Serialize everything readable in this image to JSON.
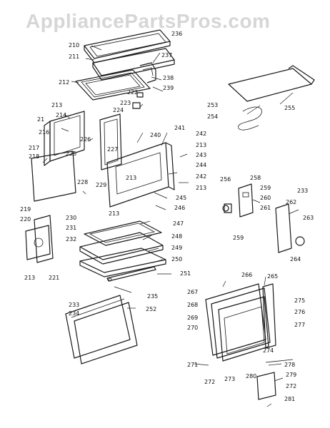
{
  "watermark": "AppliancePartsPros.com",
  "callouts": [
    {
      "n": "210"
    },
    {
      "n": "211"
    },
    {
      "n": "212"
    },
    {
      "n": "236"
    },
    {
      "n": "237"
    },
    {
      "n": "238"
    },
    {
      "n": "239"
    },
    {
      "n": "222"
    },
    {
      "n": "223"
    },
    {
      "n": "224"
    },
    {
      "n": "213"
    },
    {
      "n": "214"
    },
    {
      "n": "21"
    },
    {
      "n": "216"
    },
    {
      "n": "226"
    },
    {
      "n": "225"
    },
    {
      "n": "217"
    },
    {
      "n": "218"
    },
    {
      "n": "227"
    },
    {
      "n": "240"
    },
    {
      "n": "241"
    },
    {
      "n": "242"
    },
    {
      "n": "213"
    },
    {
      "n": "243"
    },
    {
      "n": "244"
    },
    {
      "n": "242"
    },
    {
      "n": "213"
    },
    {
      "n": "213"
    },
    {
      "n": "228"
    },
    {
      "n": "229"
    },
    {
      "n": "245"
    },
    {
      "n": "246"
    },
    {
      "n": "230"
    },
    {
      "n": "213"
    },
    {
      "n": "231"
    },
    {
      "n": "232"
    },
    {
      "n": "219"
    },
    {
      "n": "220"
    },
    {
      "n": "213"
    },
    {
      "n": "221"
    },
    {
      "n": "247"
    },
    {
      "n": "248"
    },
    {
      "n": "249"
    },
    {
      "n": "250"
    },
    {
      "n": "251"
    },
    {
      "n": "235"
    },
    {
      "n": "233"
    },
    {
      "n": "234"
    },
    {
      "n": "252"
    },
    {
      "n": "253"
    },
    {
      "n": "254"
    },
    {
      "n": "255"
    },
    {
      "n": "256"
    },
    {
      "n": "258"
    },
    {
      "n": "259"
    },
    {
      "n": "260"
    },
    {
      "n": "261"
    },
    {
      "n": "259"
    },
    {
      "n": "233"
    },
    {
      "n": "262"
    },
    {
      "n": "263"
    },
    {
      "n": "264"
    },
    {
      "n": "266"
    },
    {
      "n": "265"
    },
    {
      "n": "267"
    },
    {
      "n": "268"
    },
    {
      "n": "269"
    },
    {
      "n": "270"
    },
    {
      "n": "275"
    },
    {
      "n": "276"
    },
    {
      "n": "277"
    },
    {
      "n": "274"
    },
    {
      "n": "271"
    },
    {
      "n": "272"
    },
    {
      "n": "273"
    },
    {
      "n": "278"
    },
    {
      "n": "280"
    },
    {
      "n": "279"
    },
    {
      "n": "272"
    },
    {
      "n": "281"
    }
  ]
}
